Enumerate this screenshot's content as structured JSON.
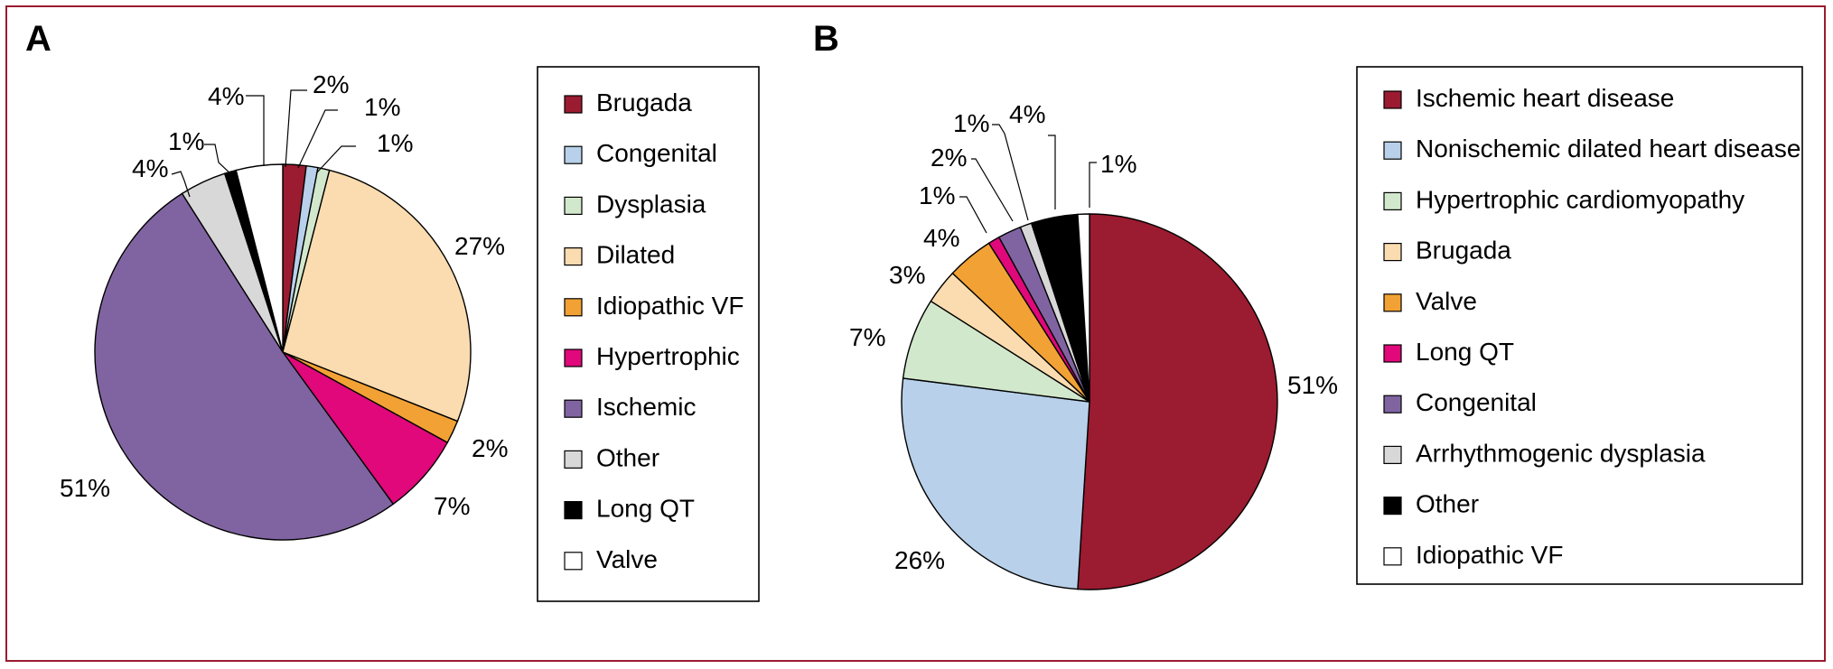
{
  "chart_data": [
    {
      "type": "pie",
      "panel_label": "A",
      "categories": [
        "Brugada",
        "Congenital",
        "Dysplasia",
        "Dilated",
        "Idiopathic VF",
        "Hypertrophic",
        "Ischemic",
        "Other",
        "Long QT",
        "Valve"
      ],
      "values": [
        2,
        1,
        1,
        27,
        2,
        7,
        51,
        4,
        1,
        4
      ],
      "labels": [
        "2%",
        "1%",
        "1%",
        "27%",
        "2%",
        "7%",
        "51%",
        "4%",
        "1%",
        "4%"
      ],
      "colors": [
        "#9b1b30",
        "#b8d0ea",
        "#d2e8cc",
        "#fbdcb0",
        "#f2a234",
        "#e0087a",
        "#8064a2",
        "#d8d8d8",
        "#000000",
        "#ffffff"
      ],
      "start": "12 o'clock",
      "direction": "clockwise",
      "legend_position": "right"
    },
    {
      "type": "pie",
      "panel_label": "B",
      "categories": [
        "Ischemic heart disease",
        "Nonischemic dilated heart disease",
        "Hypertrophic cardiomyopathy",
        "Brugada",
        "Valve",
        "Long QT",
        "Congenital",
        "Arrhythmogenic dysplasia",
        "Other",
        "Idiopathic VF"
      ],
      "values": [
        51,
        26,
        7,
        3,
        4,
        1,
        2,
        1,
        4,
        1
      ],
      "labels": [
        "51%",
        "26%",
        "7%",
        "3%",
        "4%",
        "1%",
        "2%",
        "1%",
        "4%",
        "1%"
      ],
      "colors": [
        "#9b1b30",
        "#b8d0ea",
        "#d2e8cc",
        "#fbdcb0",
        "#f2a234",
        "#e0087a",
        "#8064a2",
        "#d8d8d8",
        "#000000",
        "#ffffff"
      ],
      "start": "12 o'clock",
      "direction": "clockwise",
      "legend_position": "right"
    }
  ]
}
